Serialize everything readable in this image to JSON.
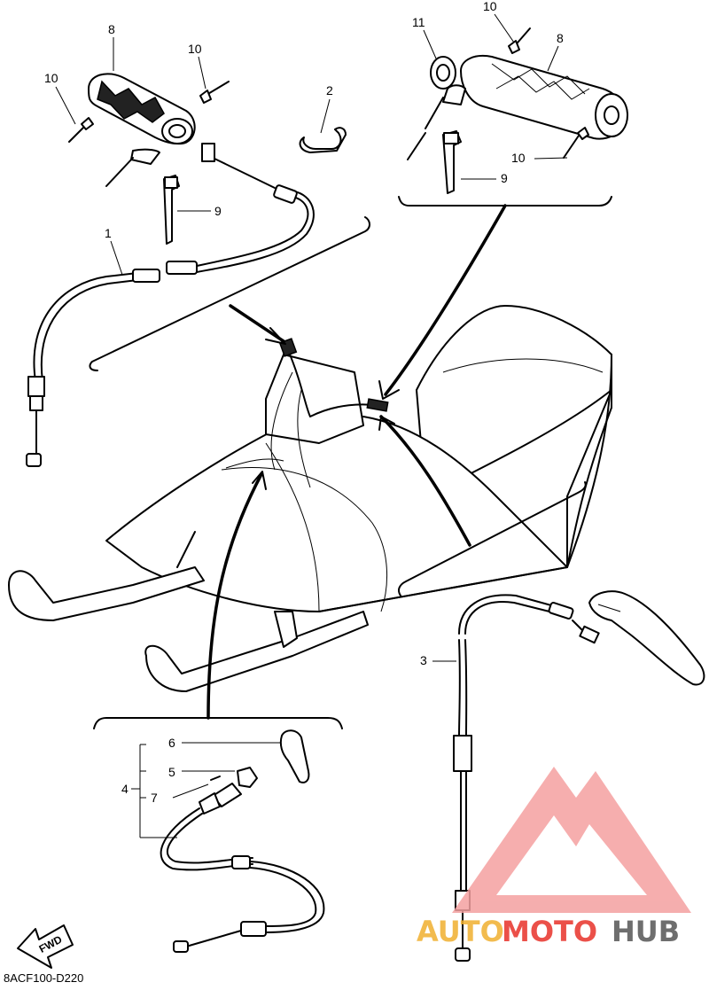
{
  "diagram": {
    "callouts": {
      "c1": "1",
      "c2": "2",
      "c3": "3",
      "c4": "4",
      "c5": "5",
      "c6": "6",
      "c7": "7",
      "c8a": "8",
      "c8b": "8",
      "c9a": "9",
      "c9b": "9",
      "c10a": "10",
      "c10b": "10",
      "c10c": "10",
      "c10d": "10",
      "c11": "11"
    },
    "fwd_label": "FWD",
    "drawing_code": "8ACF100-D220"
  },
  "watermark": {
    "auto": "AUTO",
    "moto": "MOTO",
    "hub": "HUB",
    "colors": {
      "auto": "#f0b030",
      "moto": "#e8322a",
      "hub": "#555555"
    }
  }
}
